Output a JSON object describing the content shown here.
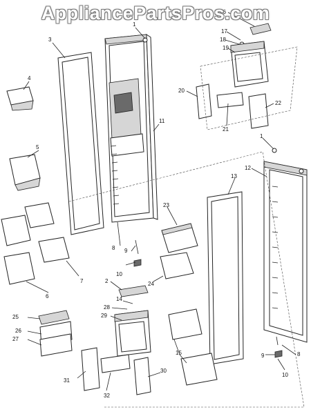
{
  "watermark": "AppliancePartsPros.com",
  "callouts": {
    "c1a": "1",
    "c1b": "1",
    "c2": "2",
    "c3": "3",
    "c4": "4",
    "c5": "5",
    "c6": "6",
    "c7": "7",
    "c8a": "8",
    "c8b": "8",
    "c9a": "9",
    "c9b": "9",
    "c10a": "10",
    "c10b": "10",
    "c11": "11",
    "c12": "12",
    "c13": "13",
    "c14": "14",
    "c15": "15",
    "c16": "16",
    "c17": "17",
    "c18": "18",
    "c19": "19",
    "c20": "20",
    "c21": "21",
    "c22": "22",
    "c23": "23",
    "c24": "24",
    "c25": "25",
    "c26": "26",
    "c27": "27",
    "c28": "28",
    "c29": "29",
    "c30": "30",
    "c31": "31",
    "c32": "32"
  }
}
